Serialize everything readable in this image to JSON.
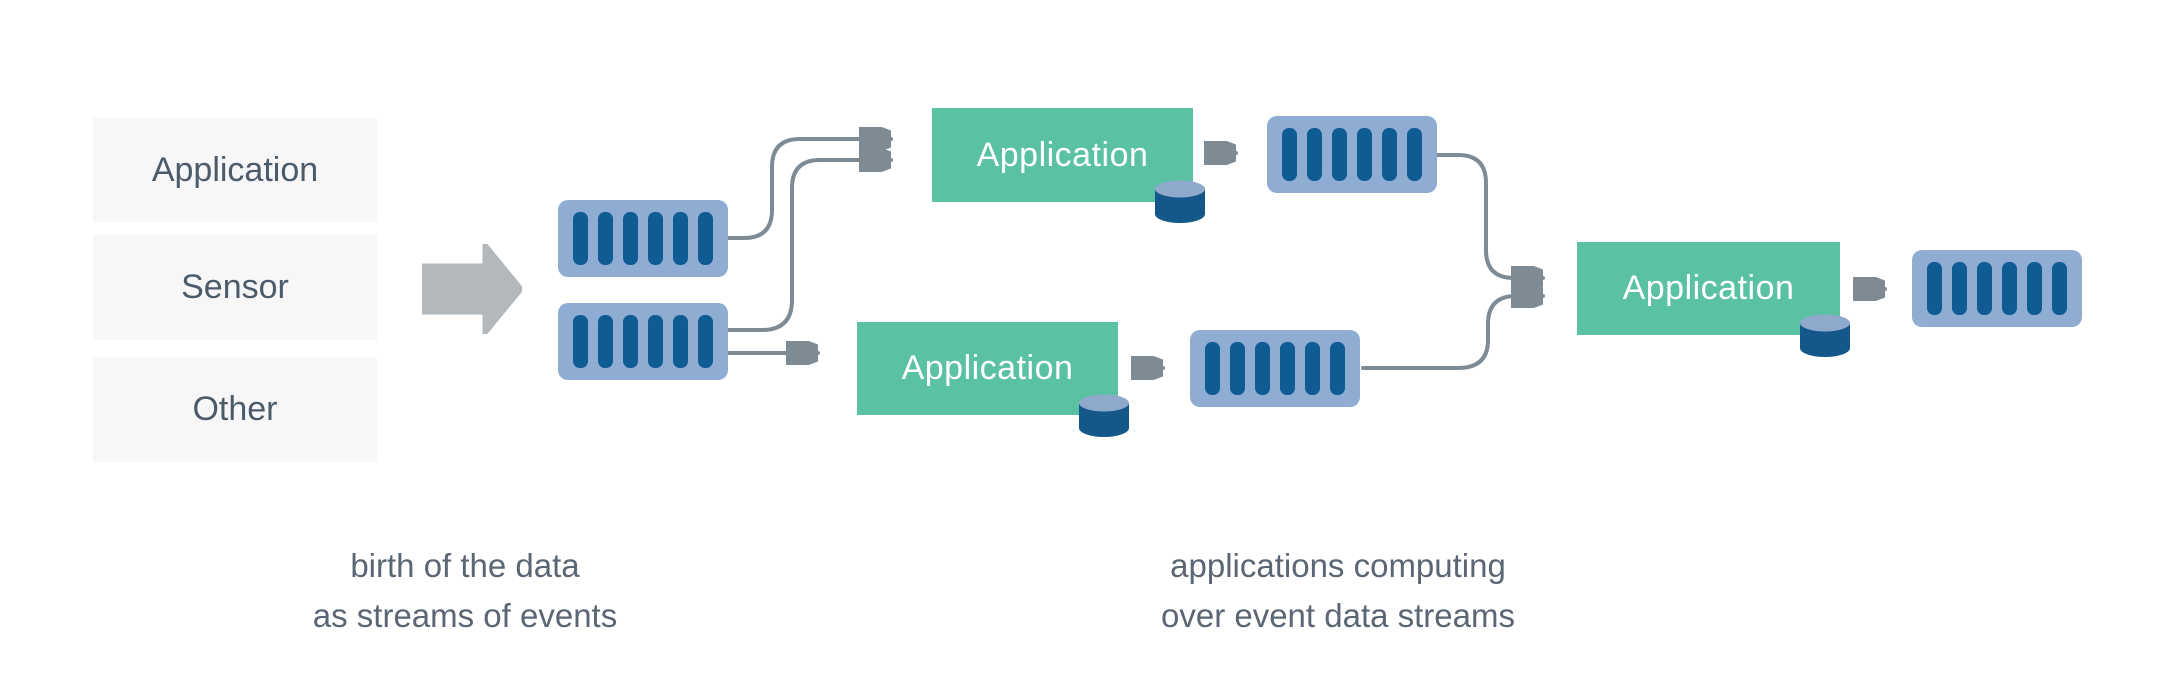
{
  "diagram": {
    "title_implied": "event streaming pipeline"
  },
  "sources": {
    "items": [
      {
        "label": "Application"
      },
      {
        "label": "Sensor"
      },
      {
        "label": "Other"
      }
    ]
  },
  "nodes": {
    "app_top": {
      "label": "Application"
    },
    "app_bottom": {
      "label": "Application"
    },
    "app_final": {
      "label": "Application"
    }
  },
  "captions": {
    "left": {
      "line1": "birth of the data",
      "line2": "as streams of events"
    },
    "right": {
      "line1": "applications computing",
      "line2": "over event data streams"
    }
  },
  "stream_icon": {
    "bar_count": 6
  },
  "icons": {
    "flow_arrow": "flow-arrow-icon",
    "event_stream": "event-stream-icon",
    "database": "database-cylinder-icon",
    "connector": "connector-arrow"
  },
  "colors": {
    "bg": "#ffffff",
    "source_box_bg": "#f7f7f8",
    "source_text": "#4c5b69",
    "big_arrow": "#b3b8bc",
    "stream_bg": "#8fadd2",
    "stream_bar": "#0f5b93",
    "green": "#5ac1a3",
    "app_text": "#ffffff",
    "cylinder_body": "#14578a",
    "cylinder_top": "#8fa9cd",
    "connector": "#7e8a94",
    "caption_text": "#5b6675"
  }
}
